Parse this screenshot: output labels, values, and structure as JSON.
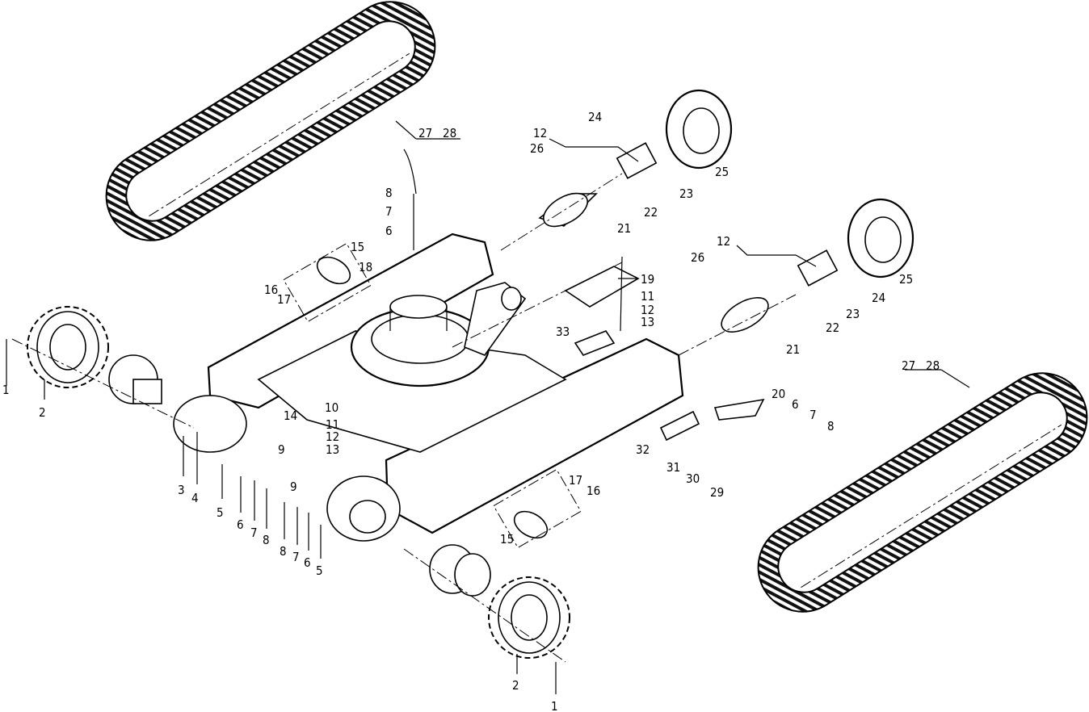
{
  "title": "Undercarriage exploded parts diagram",
  "callouts": {
    "track_top_a": "27",
    "track_top_b": "28",
    "track_bot_a": "27",
    "track_bot_b": "28",
    "c12a": "12",
    "c24a": "24",
    "c26a": "26",
    "c25a": "25",
    "c23a": "23",
    "c22a": "22",
    "c21a": "21",
    "c8a": "8",
    "c7a": "7",
    "c6a": "6",
    "c15a": "15",
    "c18": "18",
    "c16a": "16",
    "c17a": "17",
    "c12b": "12",
    "c26b": "26",
    "c25b": "25",
    "c24b": "24",
    "c23b": "23",
    "c22b": "22",
    "c21b": "21",
    "c19": "19",
    "c11a": "11",
    "c12c": "12",
    "c13a": "13",
    "c33": "33",
    "c1a": "1",
    "c2a": "2",
    "c20": "20",
    "c6b": "6",
    "c7b": "7",
    "c8b": "8",
    "c10": "10",
    "c14": "14",
    "c11b": "11",
    "c12d": "12",
    "c13b": "13",
    "c9a": "9",
    "c32": "32",
    "c31": "31",
    "c30": "30",
    "c29": "29",
    "c9b": "9",
    "c17b": "17",
    "c16b": "16",
    "c3": "3",
    "c4": "4",
    "c5a": "5",
    "c6c": "6",
    "c7c": "7",
    "c8c": "8",
    "c15b": "15",
    "c8d": "8",
    "c7d": "7",
    "c6d": "6",
    "c5b": "5",
    "c2b": "2",
    "c1b": "1"
  }
}
